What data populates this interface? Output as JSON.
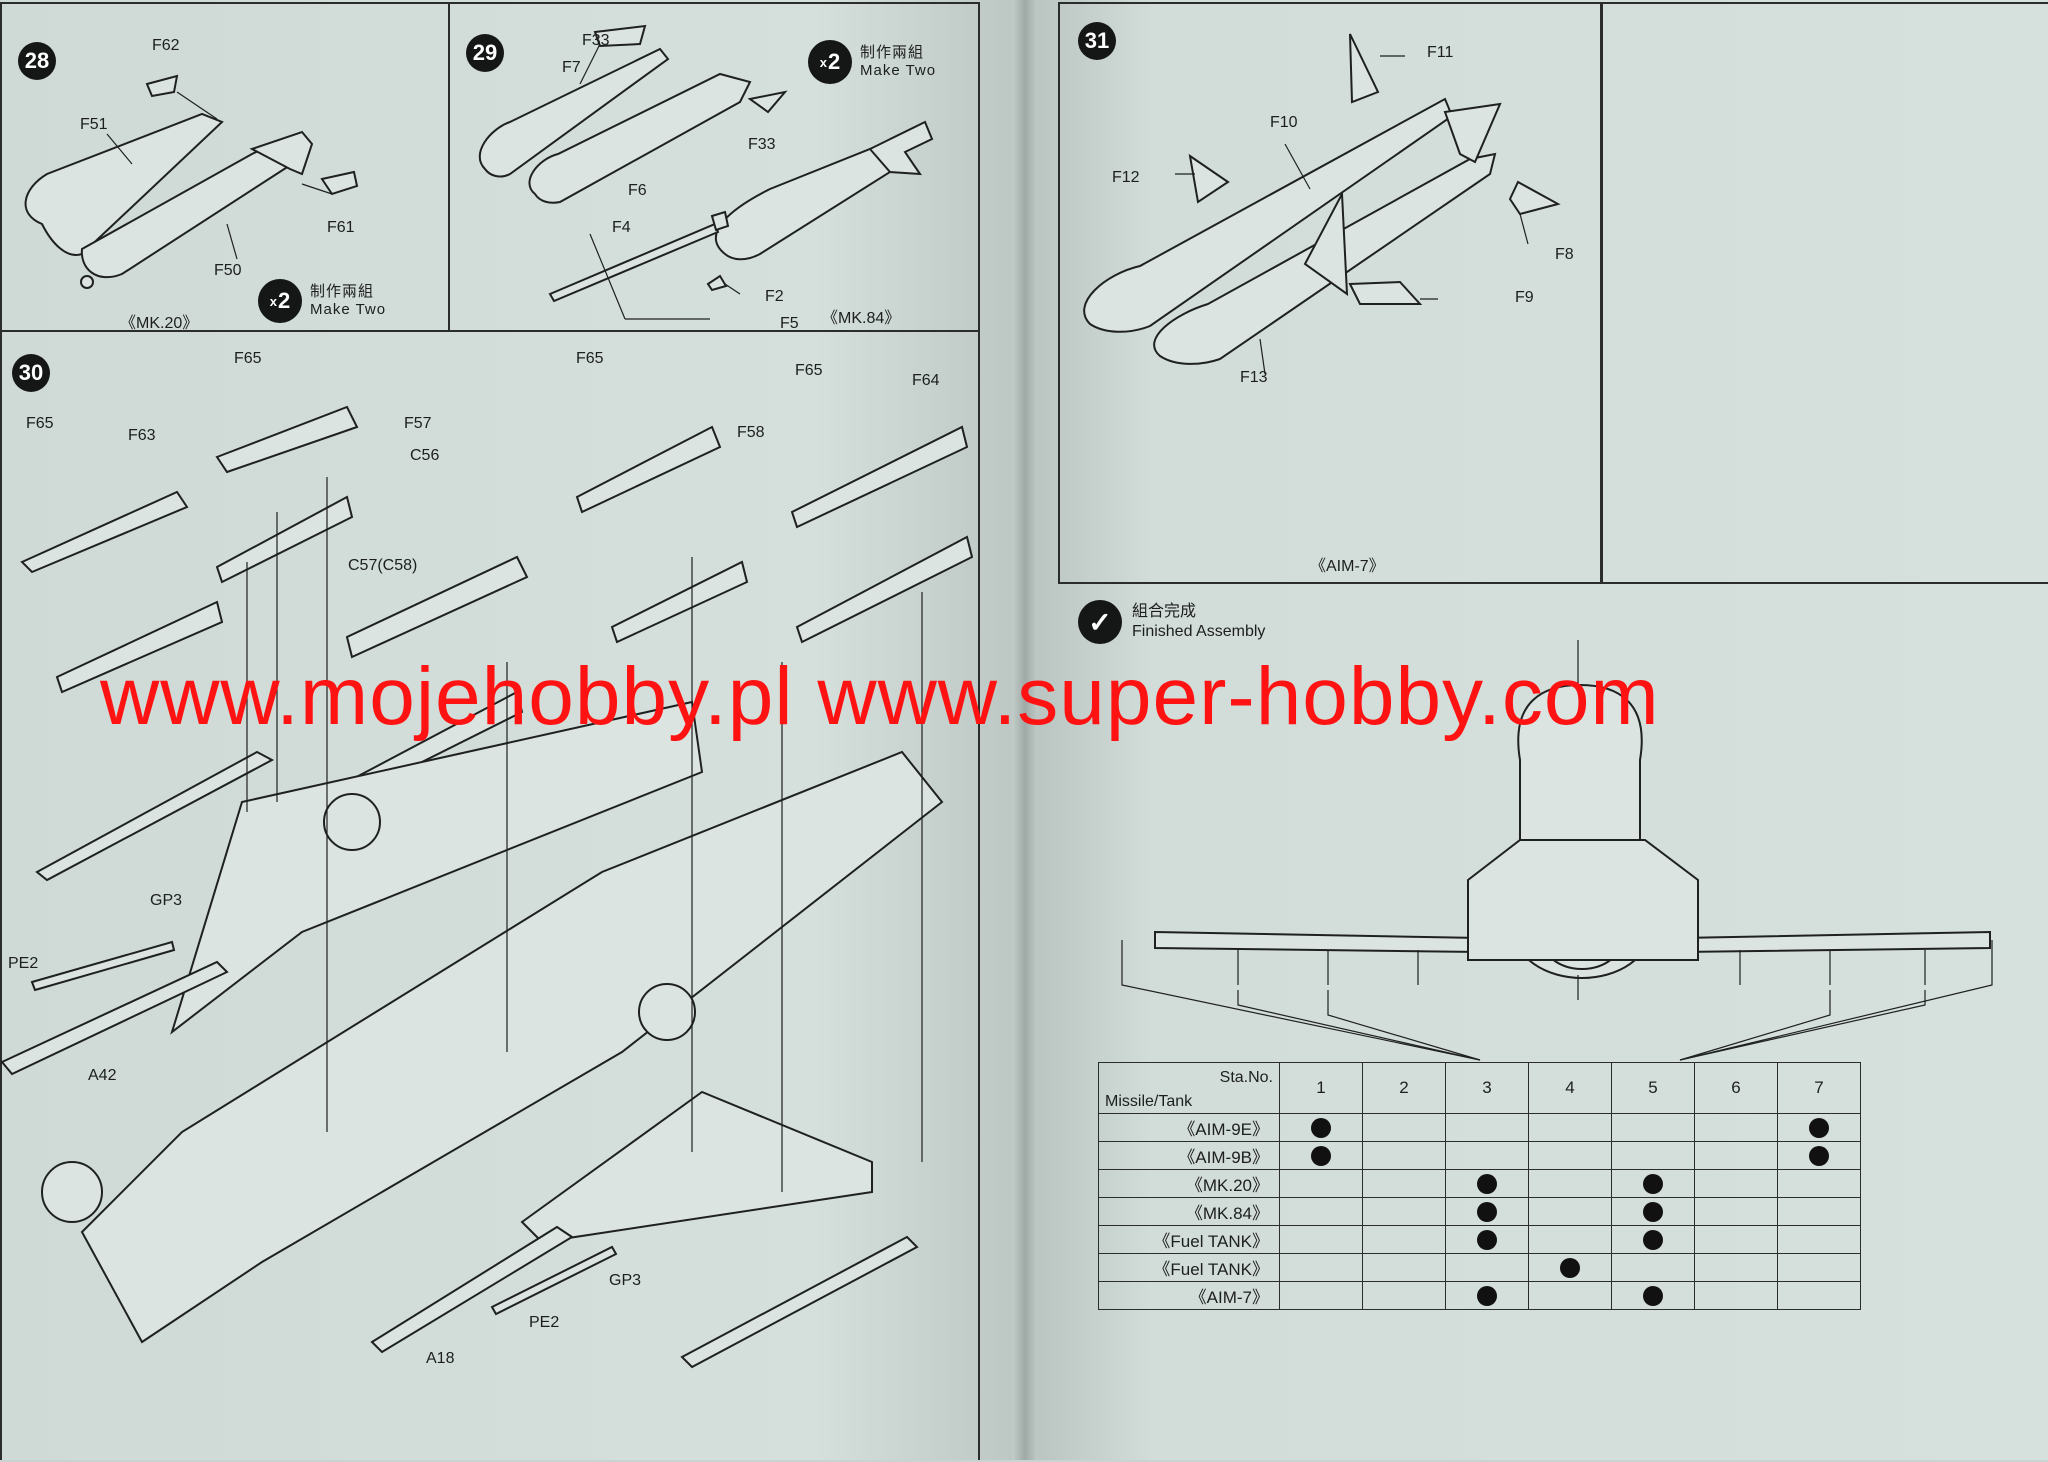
{
  "watermark": "www.mojehobby.pl  www.super-hobby.com",
  "step28": {
    "number": "28",
    "parts": [
      "F62",
      "F51",
      "F61",
      "F50"
    ],
    "multiplier": "2",
    "multiplier_prefix": "x",
    "note_cn": "制作兩組",
    "note_en": "Make Two",
    "caption": "《MK.20》"
  },
  "step29": {
    "number": "29",
    "parts": [
      "F33",
      "F7",
      "F33",
      "F6",
      "F4",
      "F2",
      "F5"
    ],
    "multiplier": "2",
    "multiplier_prefix": "x",
    "note_cn": "制作兩組",
    "note_en": "Make Two",
    "caption": "《MK.84》"
  },
  "step30": {
    "number": "30",
    "parts": [
      "F65",
      "F63",
      "F65",
      "F57",
      "C56",
      "C57(C58)",
      "F65",
      "F58",
      "F65",
      "F64",
      "GP3",
      "PE2",
      "A42",
      "GP3",
      "PE2",
      "A18"
    ]
  },
  "step31": {
    "number": "31",
    "parts": [
      "F11",
      "F10",
      "F12",
      "F8",
      "F9",
      "F13"
    ],
    "caption": "《AIM-7》"
  },
  "finished": {
    "label_cn": "組合完成",
    "label_en": "Finished Assembly"
  },
  "loadout": {
    "header_sta": "Sta.No.",
    "header_type": "Missile/Tank",
    "stations": [
      "1",
      "2",
      "3",
      "4",
      "5",
      "6",
      "7"
    ],
    "rows": [
      {
        "name": "《AIM-9E》",
        "marks": [
          1,
          0,
          0,
          0,
          0,
          0,
          1
        ]
      },
      {
        "name": "《AIM-9B》",
        "marks": [
          1,
          0,
          0,
          0,
          0,
          0,
          1
        ]
      },
      {
        "name": "《MK.20》",
        "marks": [
          0,
          0,
          1,
          0,
          1,
          0,
          0
        ]
      },
      {
        "name": "《MK.84》",
        "marks": [
          0,
          0,
          1,
          0,
          1,
          0,
          0
        ]
      },
      {
        "name": "《Fuel TANK》",
        "marks": [
          0,
          0,
          1,
          0,
          1,
          0,
          0
        ]
      },
      {
        "name": "《Fuel TANK》",
        "marks": [
          0,
          0,
          0,
          1,
          0,
          0,
          0
        ]
      },
      {
        "name": "《AIM-7》",
        "marks": [
          0,
          0,
          1,
          0,
          1,
          0,
          0
        ]
      }
    ]
  }
}
